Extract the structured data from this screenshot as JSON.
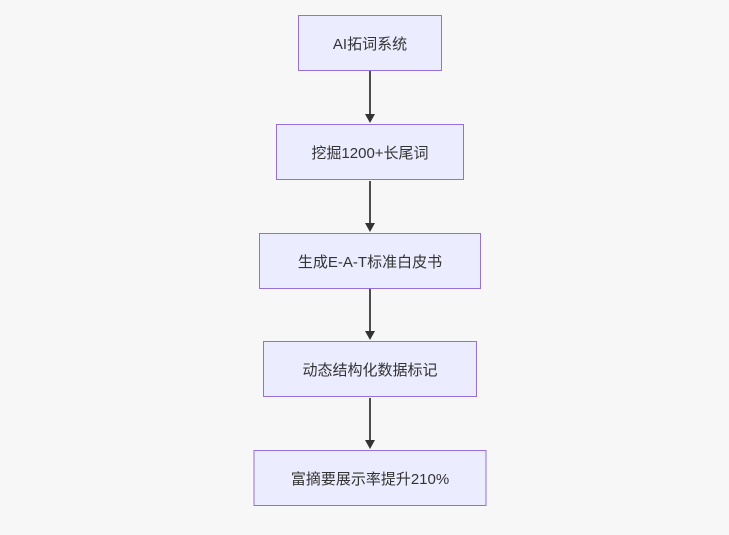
{
  "diagram": {
    "type": "flowchart",
    "direction": "top-down",
    "nodes": [
      {
        "id": "A",
        "label": "AI拓词系统"
      },
      {
        "id": "B",
        "label": "挖掘1200+长尾词"
      },
      {
        "id": "C",
        "label": "生成E-A-T标准白皮书"
      },
      {
        "id": "D",
        "label": "动态结构化数据标记"
      },
      {
        "id": "E",
        "label": "富摘要展示率提升210%"
      }
    ],
    "edges": [
      {
        "from": "A",
        "to": "B"
      },
      {
        "from": "B",
        "to": "C"
      },
      {
        "from": "C",
        "to": "D"
      },
      {
        "from": "D",
        "to": "E"
      }
    ]
  },
  "colors": {
    "background": "#f7f7f7",
    "node_fill": "#ececff",
    "node_border": "#9370db",
    "node_text": "#333333",
    "arrow_line": "#4d4d4d",
    "arrow_head": "#333333"
  }
}
